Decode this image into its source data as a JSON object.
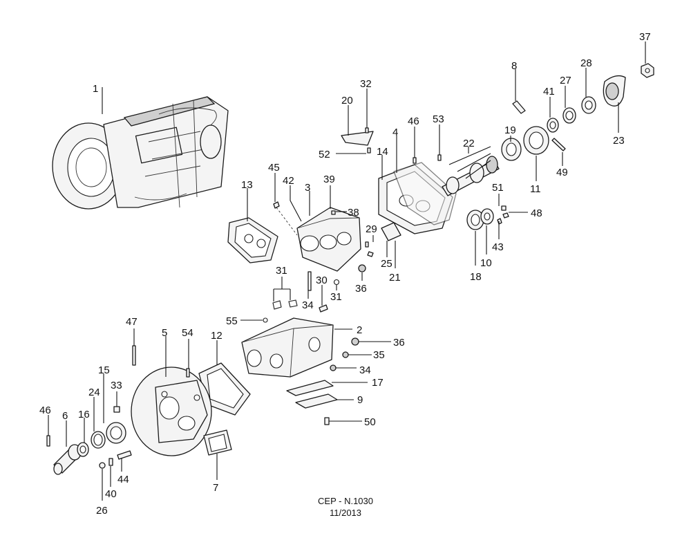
{
  "callouts": [
    {
      "id": "1",
      "label": "1"
    },
    {
      "id": "2",
      "label": "2"
    },
    {
      "id": "3",
      "label": "3"
    },
    {
      "id": "4",
      "label": "4"
    },
    {
      "id": "5",
      "label": "5"
    },
    {
      "id": "6",
      "label": "6"
    },
    {
      "id": "7",
      "label": "7"
    },
    {
      "id": "8",
      "label": "8"
    },
    {
      "id": "9",
      "label": "9"
    },
    {
      "id": "10",
      "label": "10"
    },
    {
      "id": "11",
      "label": "11"
    },
    {
      "id": "12",
      "label": "12"
    },
    {
      "id": "13",
      "label": "13"
    },
    {
      "id": "14",
      "label": "14"
    },
    {
      "id": "15",
      "label": "15"
    },
    {
      "id": "16",
      "label": "16"
    },
    {
      "id": "17",
      "label": "17"
    },
    {
      "id": "18",
      "label": "18"
    },
    {
      "id": "19",
      "label": "19"
    },
    {
      "id": "20",
      "label": "20"
    },
    {
      "id": "21",
      "label": "21"
    },
    {
      "id": "22",
      "label": "22"
    },
    {
      "id": "23",
      "label": "23"
    },
    {
      "id": "24",
      "label": "24"
    },
    {
      "id": "25",
      "label": "25"
    },
    {
      "id": "26",
      "label": "26"
    },
    {
      "id": "27",
      "label": "27"
    },
    {
      "id": "28",
      "label": "28"
    },
    {
      "id": "29",
      "label": "29"
    },
    {
      "id": "30",
      "label": "30"
    },
    {
      "id": "31a",
      "label": "31"
    },
    {
      "id": "31b",
      "label": "31"
    },
    {
      "id": "32",
      "label": "32"
    },
    {
      "id": "33",
      "label": "33"
    },
    {
      "id": "34a",
      "label": "34"
    },
    {
      "id": "34b",
      "label": "34"
    },
    {
      "id": "35",
      "label": "35"
    },
    {
      "id": "36a",
      "label": "36"
    },
    {
      "id": "36b",
      "label": "36"
    },
    {
      "id": "37",
      "label": "37"
    },
    {
      "id": "38",
      "label": "38"
    },
    {
      "id": "39",
      "label": "39"
    },
    {
      "id": "40",
      "label": "40"
    },
    {
      "id": "41",
      "label": "41"
    },
    {
      "id": "42",
      "label": "42"
    },
    {
      "id": "43",
      "label": "43"
    },
    {
      "id": "44",
      "label": "44"
    },
    {
      "id": "45",
      "label": "45"
    },
    {
      "id": "46a",
      "label": "46"
    },
    {
      "id": "46b",
      "label": "46"
    },
    {
      "id": "47",
      "label": "47"
    },
    {
      "id": "48",
      "label": "48"
    },
    {
      "id": "49",
      "label": "49"
    },
    {
      "id": "50",
      "label": "50"
    },
    {
      "id": "51",
      "label": "51"
    },
    {
      "id": "52",
      "label": "52"
    },
    {
      "id": "53",
      "label": "53"
    },
    {
      "id": "54",
      "label": "54"
    },
    {
      "id": "55",
      "label": "55"
    }
  ],
  "footer": {
    "code": "CEP - N.1030",
    "date": "11/2013"
  }
}
